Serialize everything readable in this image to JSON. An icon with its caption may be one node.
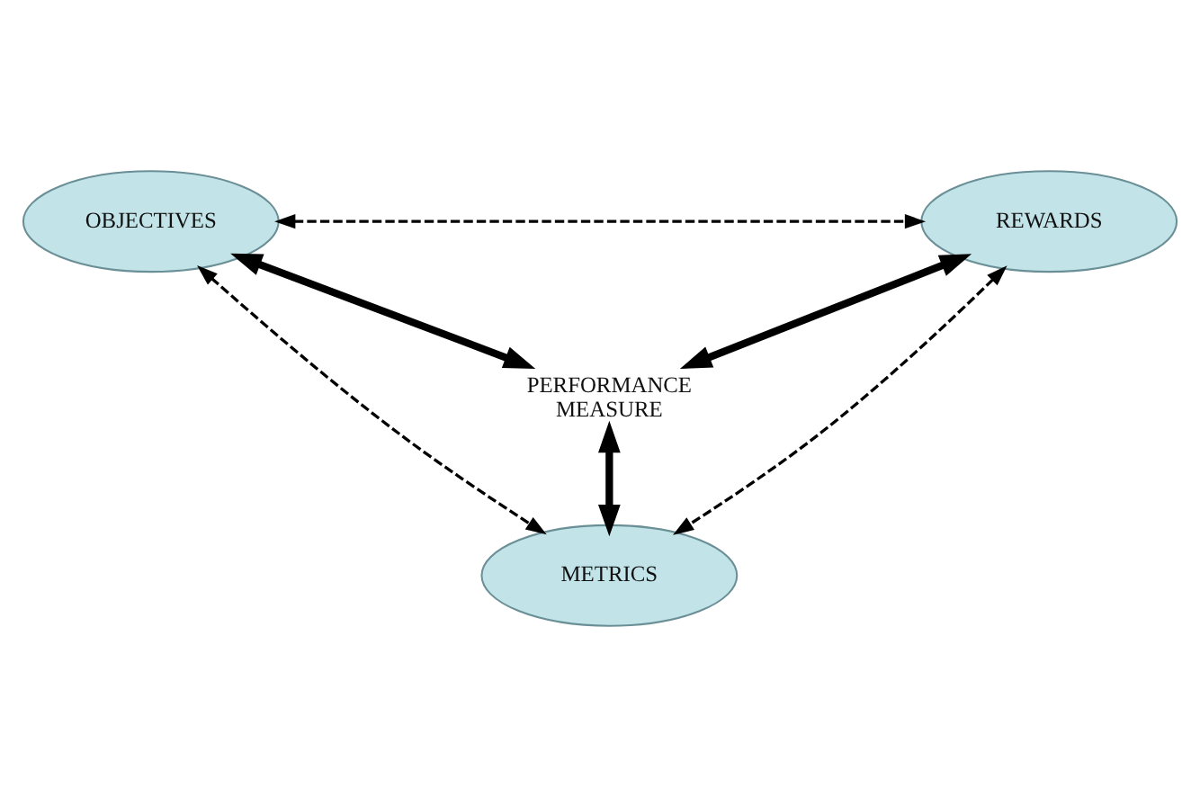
{
  "diagram": {
    "nodes": [
      {
        "text": [
          "OBJECTIVES"
        ]
      },
      {
        "text": [
          "REWARDS"
        ]
      },
      {
        "text": [
          "PERFORMANCE MEASURE"
        ]
      },
      {
        "text": [
          "METRICS"
        ]
      }
    ],
    "edges": [
      {
        "from": 0,
        "to": 1,
        "arrow": "both",
        "style": "dashed"
      },
      {
        "from": 0,
        "to": 2,
        "arrow": "both",
        "style": "thick"
      },
      {
        "from": 1,
        "to": 2,
        "arrow": "both",
        "style": "thick"
      },
      {
        "from": 2,
        "to": 3,
        "arrow": "both",
        "style": "thick"
      },
      {
        "from": 0,
        "to": 3,
        "arrow": "both",
        "style": "dashed"
      },
      {
        "from": 1,
        "to": 3,
        "arrow": "both",
        "style": "dashed"
      }
    ]
  }
}
